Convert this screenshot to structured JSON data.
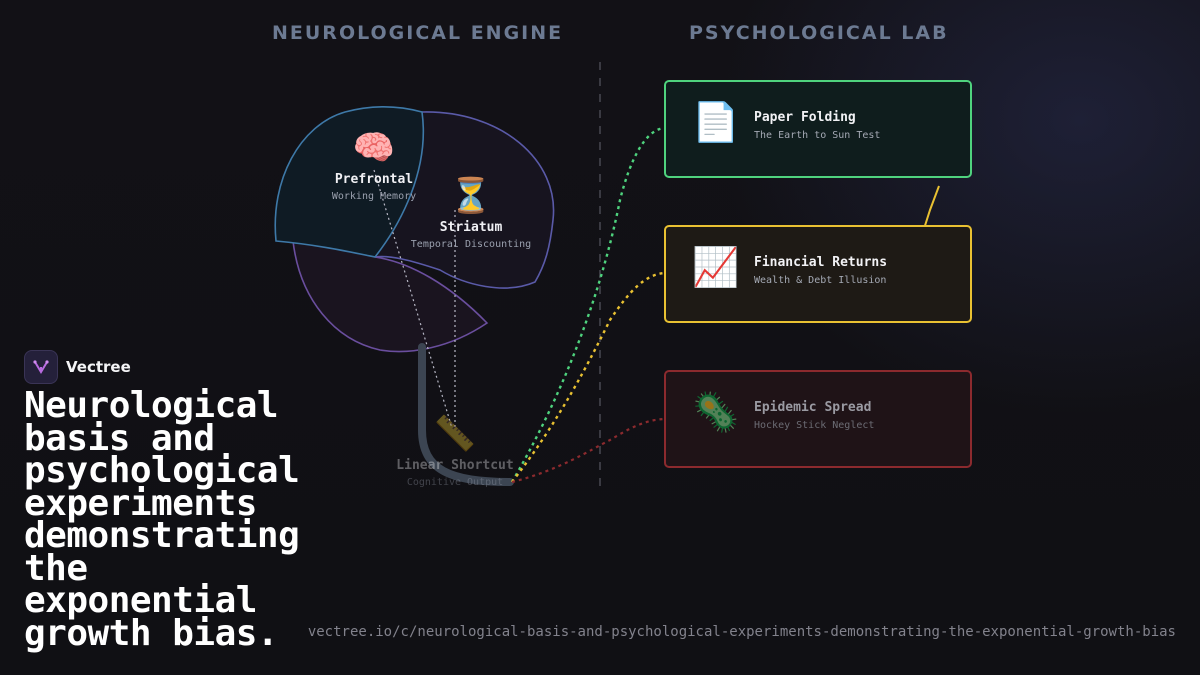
{
  "headers": {
    "left": "NEUROLOGICAL ENGINE",
    "right": "PSYCHOLOGICAL LAB"
  },
  "regions": [
    {
      "emoji": "🧠",
      "name": "Prefrontal",
      "sub": "Working Memory"
    },
    {
      "emoji": "⏳",
      "name": "Striatum",
      "sub": "Temporal Discounting"
    },
    {
      "emoji": "📏",
      "name": "Linear Shortcut",
      "sub": "Cognitive Output"
    }
  ],
  "cards": [
    {
      "icon": "📄",
      "title": "Paper Folding",
      "sub": "The Earth to Sun Test",
      "color": "#4fd37e"
    },
    {
      "icon": "📈",
      "title": "Financial Returns",
      "sub": "Wealth & Debt Illusion",
      "color": "#e9c132"
    },
    {
      "icon": "🦠",
      "title": "Epidemic Spread",
      "sub": "Hockey Stick Neglect",
      "color": "#c0393f"
    }
  ],
  "brand": {
    "name": "Vectree",
    "logo_icon": "vectree-logo-icon",
    "accent": "#b86be0"
  },
  "headline": "Neurological basis and psychological experiments demonstrating the exponential growth bias.",
  "url": "vectree.io/c/neurological-basis-and-psychological-experiments-demonstrating-the-exponential-growth-bias"
}
